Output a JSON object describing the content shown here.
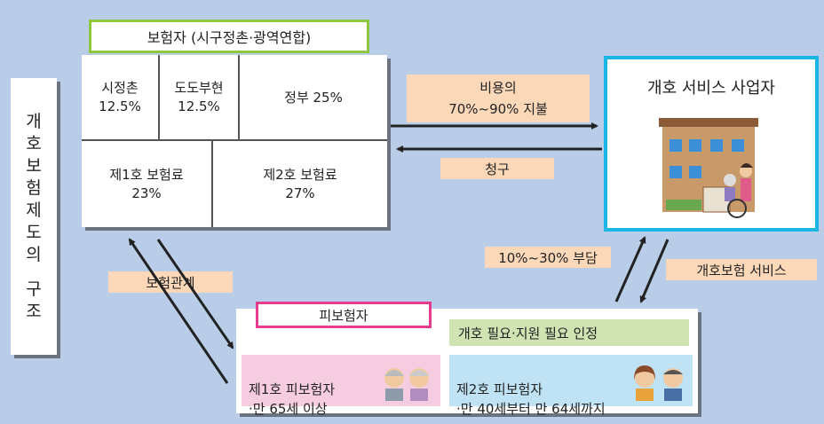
{
  "structure_title": [
    "개",
    "호",
    "보",
    "험",
    "제",
    "도",
    "의",
    "",
    "구",
    "조"
  ],
  "insurer": {
    "title": "보험자 (시구정촌·광역연합)",
    "municipality": "시정촌\n12.5%",
    "prefecture": "도도부현\n12.5%",
    "government": "정부 25%",
    "premium1": "제1호 보험료\n23%",
    "premium2": "제2호 보험료\n27%"
  },
  "flows": {
    "cost_payment": "비용의\n70%~90% 지불",
    "claim": "청구",
    "copay": "10%~30% 부담",
    "care_service": "개호보험 서비스",
    "insurance_relation": "보험관계"
  },
  "provider": {
    "title": "개호 서비스 사업자"
  },
  "insured": {
    "title": "피보험자",
    "certification": "개호 필요·지원 필요 인정",
    "first": "제1호 피보험자\n·만 65세 이상",
    "second": "제2호 피보험자\n·만 40세부터 만 64세까지"
  },
  "colors": {
    "background": "#b9cde9",
    "insurer_border": "#8dc63f",
    "provider_border": "#1ab7e6",
    "insured_border": "#e63c8f",
    "label_fill": "#fbd8b8"
  }
}
